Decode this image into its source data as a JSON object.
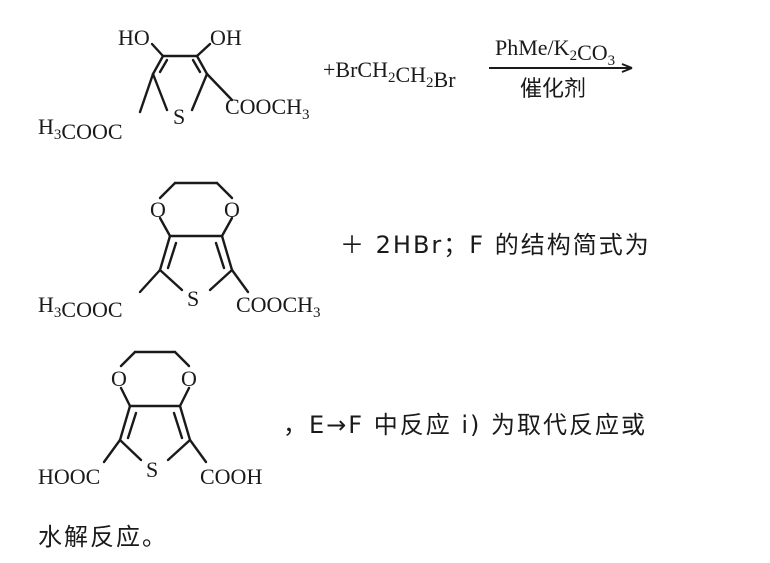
{
  "reaction1": {
    "reactant": {
      "oh_left": "HO",
      "oh_right": "OH",
      "ester_left": "H3COOC",
      "ester_right": "COOCH3",
      "sulfur": "S"
    },
    "reagent": "+BrCH2CH2Br",
    "conditions_above": "PhMe/K2CO3",
    "conditions_below": "催化剂"
  },
  "product1": {
    "o_left": "O",
    "o_right": "O",
    "ester_left": "H3COOC",
    "ester_right": "COOCH3",
    "sulfur": "S",
    "byproduct_text": "＋ 2HBr；F 的结构简式为"
  },
  "product2": {
    "o_left": "O",
    "o_right": "O",
    "acid_left": "HOOC",
    "acid_right": "COOH",
    "sulfur": "S",
    "note_text": "，E→F 中反应 i) 为取代反应或"
  },
  "footer_text": "水解反应。"
}
